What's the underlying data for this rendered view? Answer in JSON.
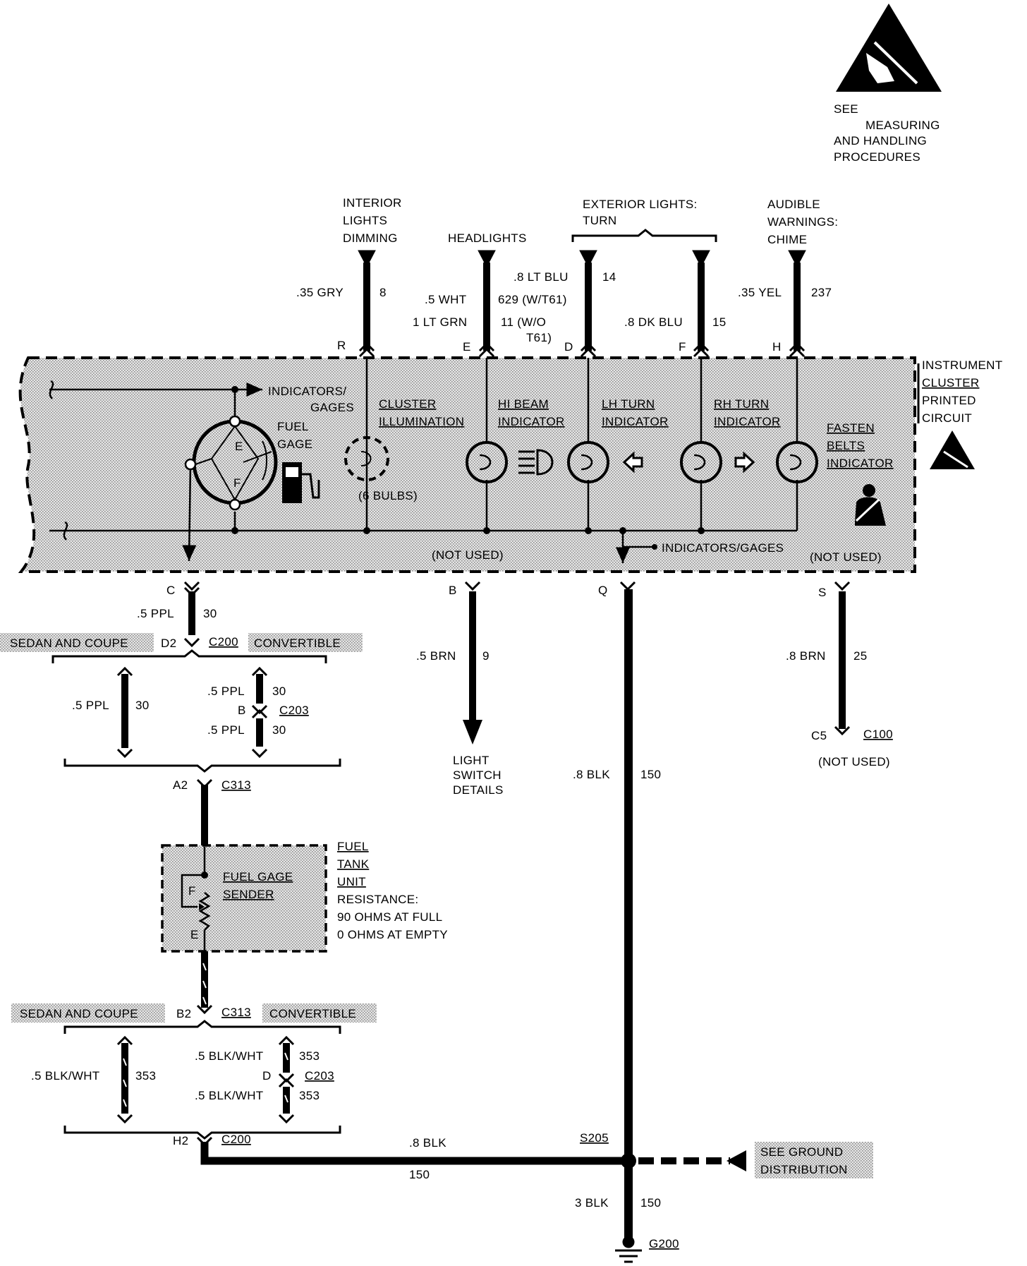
{
  "esd_note": [
    "SEE",
    "MEASURING",
    "AND HANDLING",
    "PROCEDURES"
  ],
  "top_circuits": {
    "interior_lights_dimming": [
      "INTERIOR",
      "LIGHTS",
      "DIMMING"
    ],
    "headlights": "HEADLIGHTS",
    "exterior_lights_turn": [
      "EXTERIOR LIGHTS:",
      "TURN"
    ],
    "audible_warnings_chime": [
      "AUDIBLE",
      "WARNINGS:",
      "CHIME"
    ]
  },
  "top_wires": {
    "r_wire": ".35 GRY",
    "r_num": "8",
    "r_pin": "R",
    "e_wire1": ".5 WHT",
    "e_num1": "629 (W/T61)",
    "e_wire2": "1 LT GRN",
    "e_num2": "11 (W/O",
    "e_num2b": "T61)",
    "e_pin": "E",
    "d_wire": ".8 LT BLU",
    "d_num": "14",
    "d_pin": "D",
    "f_wire": ".8 DK BLU",
    "f_num": "15",
    "f_pin": "F",
    "h_wire": ".35 YEL",
    "h_num": "237",
    "h_pin": "H"
  },
  "cluster": {
    "title": [
      "INSTRUMENT",
      "CLUSTER",
      "PRINTED",
      "CIRCUIT"
    ],
    "indicators_gages_top": [
      "INDICATORS/",
      "GAGES"
    ],
    "fuel_gage": [
      "FUEL",
      "GAGE"
    ],
    "gauge_e": "E",
    "gauge_f": "F",
    "cluster_illumination": [
      "CLUSTER",
      "ILLUMINATION"
    ],
    "bulbs": "(6 BULBS)",
    "hi_beam": [
      "HI BEAM",
      "INDICATOR"
    ],
    "lh_turn": [
      "LH TURN",
      "INDICATOR"
    ],
    "rh_turn": [
      "RH TURN",
      "INDICATOR"
    ],
    "fasten_belts": [
      "FASTEN",
      "BELTS",
      "INDICATOR"
    ],
    "not_used_left": "(NOT USED)",
    "indicators_gages_bottom": "INDICATORS/GAGES",
    "not_used_right": "(NOT USED)"
  },
  "bottom_pins": {
    "c_pin": "C",
    "c_wire": ".5 PPL",
    "c_num": "30",
    "b_pin": "B",
    "b_wire": ".5 BRN",
    "b_num": "9",
    "q_pin": "Q",
    "s_pin": "S",
    "s_wire": ".8 BRN",
    "s_num": "25"
  },
  "connector_block_1": {
    "left_tag": "SEDAN AND COUPE",
    "pin": "D2",
    "conn": "C200",
    "right_tag": "CONVERTIBLE",
    "left_wire": ".5 PPL",
    "left_num": "30",
    "right_wire_top": ".5 PPL",
    "right_num_top": "30",
    "right_pin": "B",
    "right_conn": "C203",
    "right_wire_bot": ".5 PPL",
    "right_num_bot": "30",
    "lower_pin": "A2",
    "lower_conn": "C313"
  },
  "light_switch": [
    "LIGHT",
    "SWITCH",
    "DETAILS"
  ],
  "ground_wire": {
    "wire": ".8 BLK",
    "num": "150"
  },
  "s_connector": {
    "pin": "C5",
    "conn": "C100",
    "note": "(NOT USED)"
  },
  "fuel_tank": {
    "sender": [
      "FUEL GAGE",
      "SENDER"
    ],
    "f": "F",
    "e": "E",
    "title": [
      "FUEL",
      "TANK",
      "UNIT"
    ],
    "resistance": [
      "RESISTANCE:",
      "90 OHMS AT FULL",
      "0 OHMS AT EMPTY"
    ]
  },
  "connector_block_2": {
    "left_tag": "SEDAN AND COUPE",
    "pin": "B2",
    "conn": "C313",
    "right_tag": "CONVERTIBLE",
    "left_wire": ".5 BLK/WHT",
    "left_num": "353",
    "right_wire_top": ".5 BLK/WHT",
    "right_num_top": "353",
    "right_pin": "D",
    "right_conn": "C203",
    "right_wire_bot": ".5 BLK/WHT",
    "right_num_bot": "353",
    "lower_pin": "H2",
    "lower_conn": "C200"
  },
  "ground_path": {
    "h_wire": ".8 BLK",
    "h_num": "150",
    "splice": "S205",
    "see_ground": [
      "SEE GROUND",
      "DISTRIBUTION"
    ],
    "down_wire": "3 BLK",
    "down_num": "150",
    "ground": "G200"
  }
}
